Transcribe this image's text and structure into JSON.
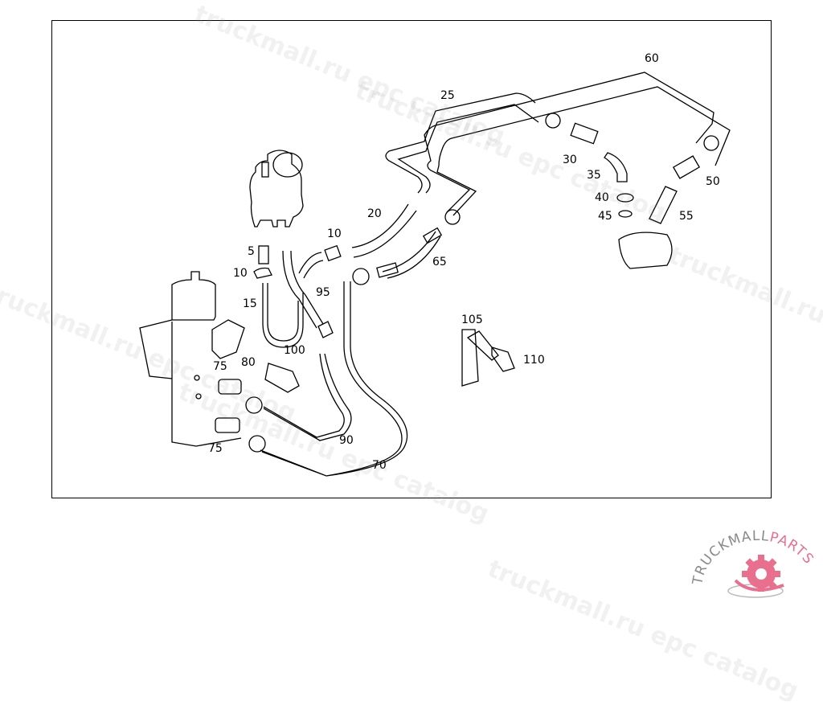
{
  "diagram": {
    "title": "Power steering hydraulic lines",
    "callouts": [
      {
        "id": "c5",
        "text": "5"
      },
      {
        "id": "c10a",
        "text": "10"
      },
      {
        "id": "c10b",
        "text": "10"
      },
      {
        "id": "c15",
        "text": "15"
      },
      {
        "id": "c20",
        "text": "20"
      },
      {
        "id": "c25",
        "text": "25"
      },
      {
        "id": "c30",
        "text": "30"
      },
      {
        "id": "c35",
        "text": "35"
      },
      {
        "id": "c40",
        "text": "40"
      },
      {
        "id": "c45",
        "text": "45"
      },
      {
        "id": "c50",
        "text": "50"
      },
      {
        "id": "c55",
        "text": "55"
      },
      {
        "id": "c60",
        "text": "60"
      },
      {
        "id": "c65",
        "text": "65"
      },
      {
        "id": "c70",
        "text": "70"
      },
      {
        "id": "c75a",
        "text": "75"
      },
      {
        "id": "c75b",
        "text": "75"
      },
      {
        "id": "c80",
        "text": "80"
      },
      {
        "id": "c90",
        "text": "90"
      },
      {
        "id": "c95",
        "text": "95"
      },
      {
        "id": "c100",
        "text": "100"
      },
      {
        "id": "c105",
        "text": "105"
      },
      {
        "id": "c110",
        "text": "110"
      }
    ]
  },
  "watermark": {
    "text": "truckmall.ru epc catalog"
  },
  "logo": {
    "text_main": "TRUCKMALL",
    "text_accent": "PARTS",
    "accent_color": "#e8708e",
    "gray_color": "#8a8a8a"
  }
}
